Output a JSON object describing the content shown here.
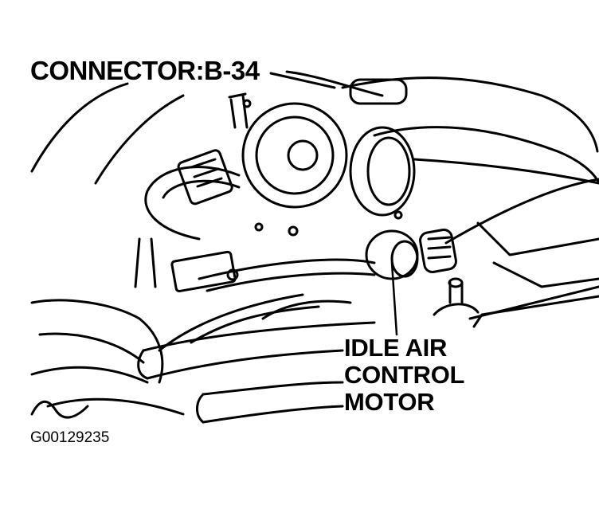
{
  "labels": {
    "connector": "CONNECTOR:B-34",
    "iac_line1": "IDLE AIR",
    "iac_line2": "CONTROL",
    "iac_line3": "MOTOR",
    "figure_code": "G00129235"
  },
  "colors": {
    "ink": "#000000",
    "paper": "#ffffff"
  }
}
